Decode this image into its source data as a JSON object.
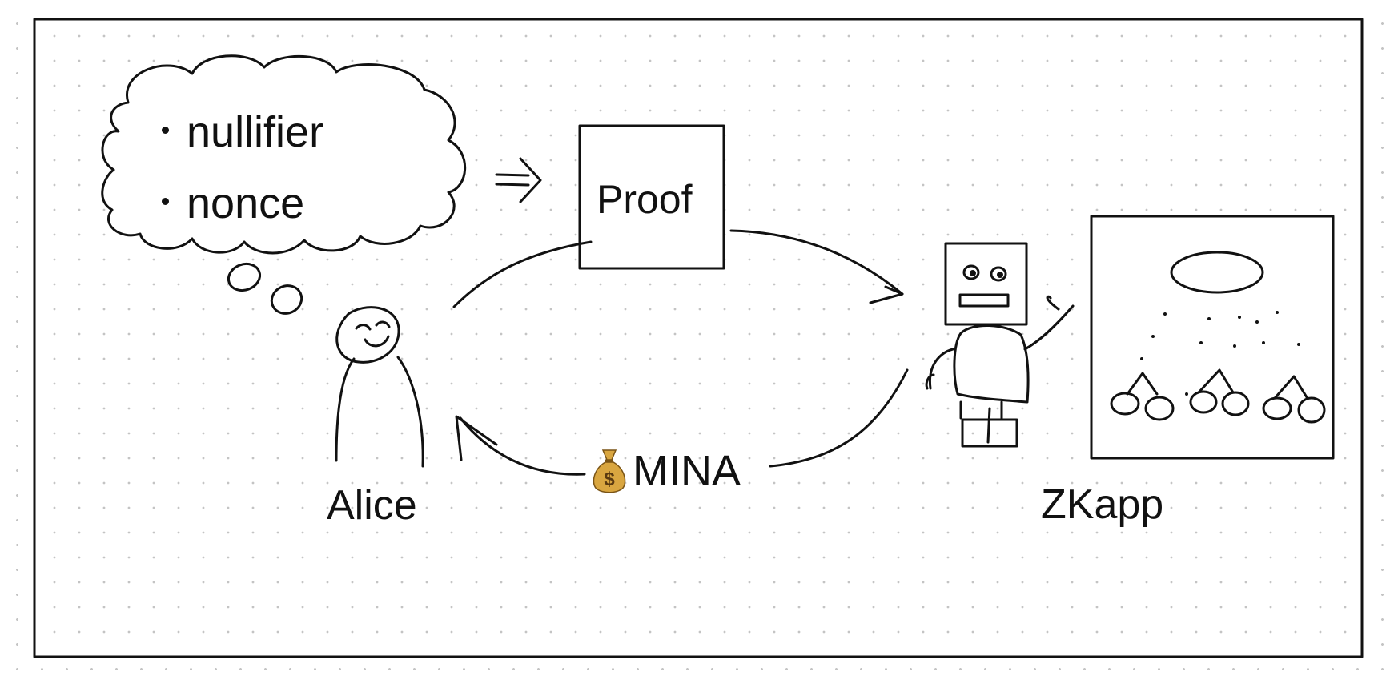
{
  "thought_items": [
    "nullifier",
    "nonce"
  ],
  "proof_label": "Proof",
  "alice_label": "Alice",
  "zkapp_label": "ZKapp",
  "payment_label": "MINA",
  "icons": {
    "implies": "double-arrow-icon",
    "payment": "money-bag-icon",
    "user": "stick-figure-person",
    "app": "robot-icon",
    "state": "merkle-tree-icon"
  },
  "colors": {
    "ink": "#111111",
    "bag": "#d9a640",
    "dollar": "#5a3a10",
    "grid_dot": "#c4c4c4"
  }
}
